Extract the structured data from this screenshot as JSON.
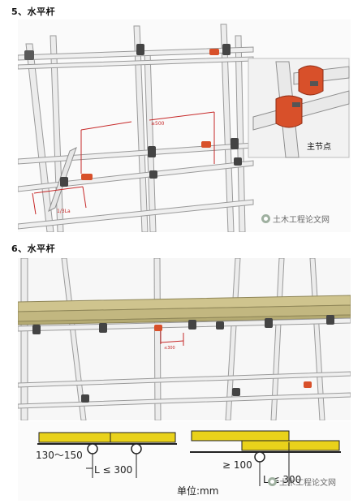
{
  "section5": {
    "title": "5、水平杆"
  },
  "section6": {
    "title": "6、水平杆"
  },
  "figure1": {
    "dim_500": "≥500",
    "dim_la": "1/3La",
    "inset_label": "主节点"
  },
  "figure2": {
    "dim_300": "≤300"
  },
  "detail": {
    "left_dim": "130～150",
    "left_L": "L ≤ 300",
    "right_dim": "≥ 100",
    "right_L": "L ≤ 300",
    "unit": "单位:mm"
  },
  "watermark": {
    "text": "土木工程论文网"
  },
  "colors": {
    "pipe": "#e9e9e9",
    "pipe_edge": "#9a9a9a",
    "clamp": "#d8502a",
    "dim_line": "#c62828",
    "plank": "#c9c08a",
    "detail_plank": "#e9d21b"
  }
}
